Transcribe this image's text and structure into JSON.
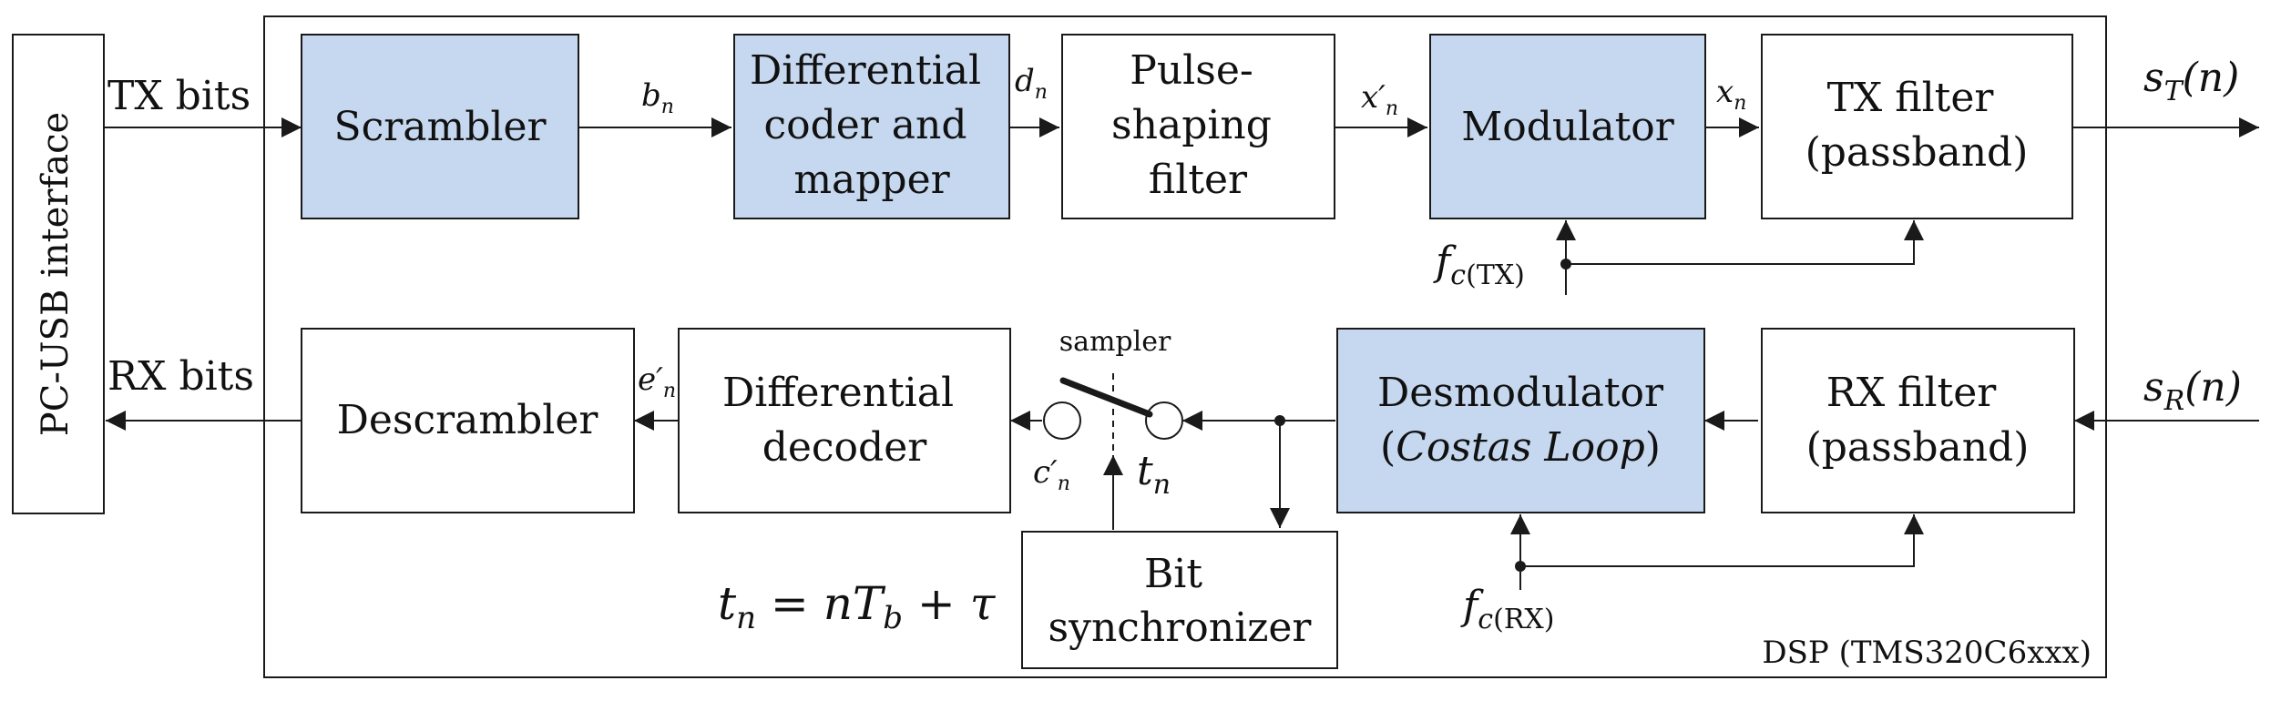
{
  "diagram": {
    "interface_label": "PC-USB interface",
    "dsp_label": "DSP (TMS320C6xxx)",
    "tx_bits_label": "TX bits",
    "rx_bits_label": "RX bits",
    "blocks": {
      "scrambler": [
        "Scrambler"
      ],
      "diff_coder": [
        "Differential",
        "coder and",
        "mapper"
      ],
      "pulse_shaping": [
        "Pulse-",
        "shaping",
        "filter"
      ],
      "modulator": [
        "Modulator"
      ],
      "tx_filter": [
        "TX filter",
        "(passband)"
      ],
      "descrambler": [
        "Descrambler"
      ],
      "diff_decoder": [
        "Differential",
        "decoder"
      ],
      "demodulator_line1": "Desmodulator",
      "demodulator_line2_open": "(",
      "demodulator_line2_italic": "Costas Loop",
      "demodulator_line2_close": ")",
      "rx_filter": [
        "RX filter",
        "(passband)"
      ],
      "bit_sync": [
        "Bit",
        "synchronizer"
      ]
    },
    "signals": {
      "b_n": "bn",
      "d_n": "dn",
      "x_prime_n": "x′n",
      "x_n": "xn",
      "s_T": "sT(n)",
      "s_R": "sR(n)",
      "e_prime_n": "e′n",
      "c_prime_n": "c′n",
      "t_n": "tn",
      "fc_tx": "fc(TX)",
      "fc_rx": "fc(RX)"
    },
    "sampler_label": "sampler",
    "timing_equation": "tn = nTb + τ",
    "colors": {
      "highlight_fill": "#c6d8ef",
      "plain_fill": "#ffffff",
      "stroke": "#1a1a1a"
    }
  }
}
